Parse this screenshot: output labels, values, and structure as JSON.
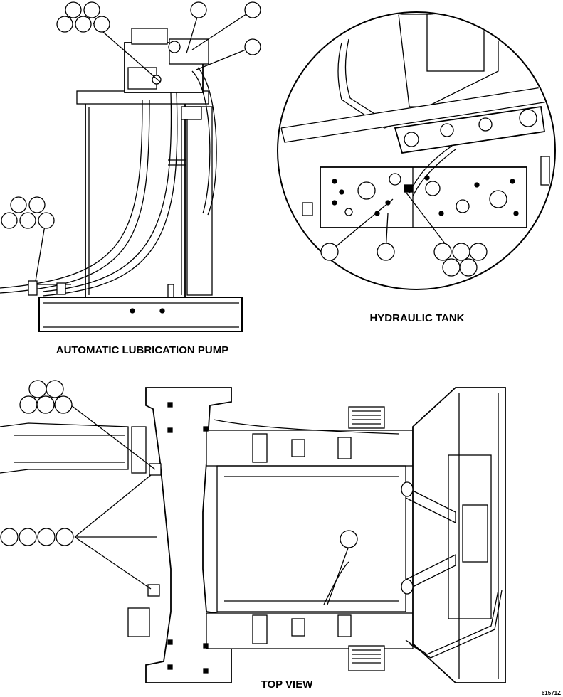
{
  "labels": {
    "pump": "AUTOMATIC LUBRICATION PUMP",
    "tank": "HYDRAULIC TANK",
    "top": "TOP VIEW",
    "drawing_no": "61571Z"
  }
}
